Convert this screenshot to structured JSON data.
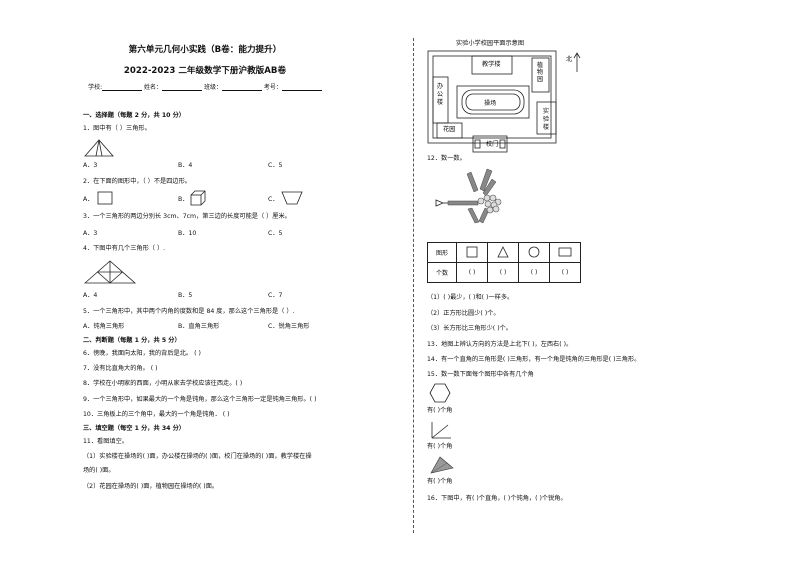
{
  "header": {
    "title": "第六单元几何小实践（B卷：能力提升）",
    "subtitle": "2022-2023 二年级数学下册沪教版AB卷",
    "fields": [
      "学校:",
      "姓名：",
      "班级：",
      "考号："
    ]
  },
  "left": {
    "s1": "一、选择题（每题 2 分，共 10 分）",
    "q1": "1．图中有（   ）三角形。",
    "q1_opts": [
      "A．3",
      "B．4",
      "C．5"
    ],
    "q2": "2．在下面的图形中，（      ）不是四边形。",
    "q2_opts": [
      "A．",
      "B．",
      "C．"
    ],
    "q3": "3．一个三角形的两边分别长 3cm、7cm，第三边的长度可能是（   ）厘米。",
    "q3_opts": [
      "A．3",
      "B．10",
      "C．5"
    ],
    "q4": "4．下图中有几个三角形（    ）.",
    "q4_opts": [
      "A．4",
      "B．5",
      "C．7"
    ],
    "q5": "5．一个三角形中，其中两个内角的度数和是 84 度，那么这个三角形是（   ）.",
    "q5_opts": [
      "A．钝角三角形",
      "B．直角三角形",
      "C．锐角三角形"
    ],
    "s2": "二、判断题（每题 1 分，共 5 分）",
    "q6": "6．傍晚，我面向太阳，我的背后是北。      (      )",
    "q7": "7．没有比直角大的角。                  (      )",
    "q8": "8．学校在小明家的西面，小明从家去学校应该往西走。(      )",
    "q9": "9．一个三角形中，如果最大的一个角是钝角，那么这个三角形一定是钝角三角形。(      )",
    "q10": "10．三角板上的三个角中，最大的一个角是钝角．          (      )",
    "s3": "三、填空题（每空 1 分，共 34 分）",
    "q11": "11．看图填空。",
    "q11_1a": "（1）实验楼在操场的(          )面，办公楼在操场的(          )面，校门在操场的(          )面，教学楼在操",
    "q11_1b": "场的(          )面。",
    "q11_2": "（2）花园在操场的(          )面，植物园在操场的(          )面。"
  },
  "map": {
    "title": "实验小学校园平面示意图",
    "north": "北",
    "labels": {
      "teaching": "教学楼",
      "plants": "植物园",
      "office": "办公楼",
      "field": "操场",
      "lab": "实验楼",
      "garden": "花园",
      "gate": "校门"
    }
  },
  "right": {
    "q12": "12．数一数。",
    "table_row1": "图形",
    "table_row2": "个数",
    "count_blank": "(       )",
    "q12_1": "（1）(          )最少，(          )和(          )一样多。",
    "q12_2": "（2）正方形比圆少(        )个。",
    "q12_3": "（3）长方形比三角形少(        )个。",
    "q13": "13．地图上辨认方向的方法是上北下(          )，左西右(          )。",
    "q14": "14．有一个直角的三角形是(          )三角形，有一个角是钝角的三角形是(          )三角形。",
    "q15": "15．数一数下面每个图形中各有几个角",
    "q15_ans": "有(          )个角",
    "q16": "16．下图中，有(          )个直角，(          )个钝角，(          )个锐角。"
  }
}
